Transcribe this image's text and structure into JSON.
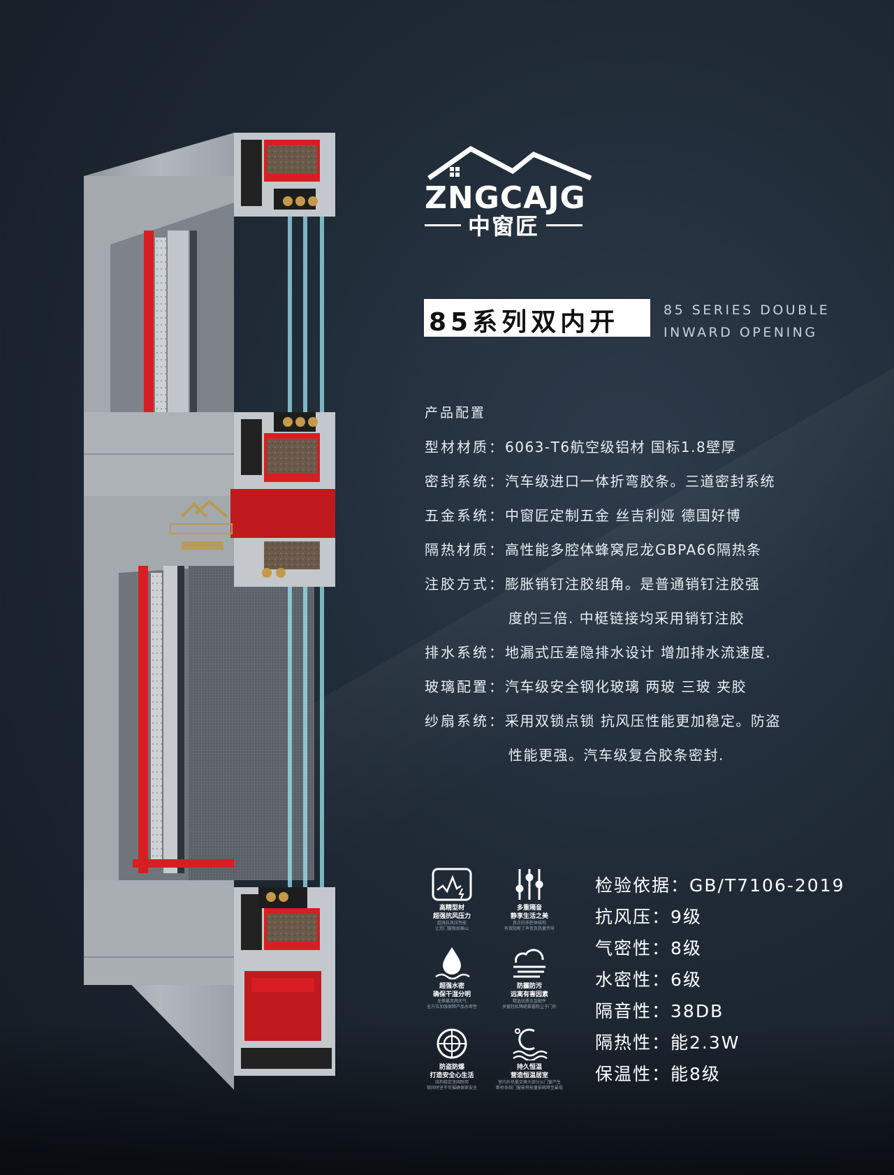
{
  "brand": {
    "latin": "ZNGCAJG",
    "chinese": "中窗匠"
  },
  "product": {
    "title_cn": "85系列双内开",
    "title_en_line1": "85 SERIES DOUBLE",
    "title_en_line2": "INWARD OPENING"
  },
  "config": {
    "heading": "产品配置",
    "items": [
      {
        "label": "型材材质：",
        "value": "6063-T6航空级铝材 国标1.8壁厚"
      },
      {
        "label": "密封系统：",
        "value": "汽车级进口一体折弯胶条。三道密封系统"
      },
      {
        "label": "五金系统：",
        "value": "中窗匠定制五金 丝吉利娅 德国好博"
      },
      {
        "label": "隔热材质：",
        "value": "高性能多腔体蜂窝尼龙GBPA66隔热条"
      },
      {
        "label": "注胶方式：",
        "value": "膨胀销钉注胶组角。是普通销钉注胶强",
        "cont": "度的三倍. 中梃链接均采用销钉注胶"
      },
      {
        "label": "排水系统：",
        "value": "地漏式压差隐排水设计 增加排水流速度."
      },
      {
        "label": "玻璃配置：",
        "value": "汽车级安全钢化玻璃 两玻 三玻 夹胶"
      },
      {
        "label": "纱扇系统：",
        "value": "采用双锁点锁 抗风压性能更加稳定。防盗",
        "cont": "性能更强。汽车级复合胶条密封."
      }
    ]
  },
  "features": [
    {
      "icon": "pressure-chart-icon",
      "title_1": "高精型材",
      "title_2": "超强抗风压力",
      "note_1": "超强抗风压性能",
      "note_2": "让您门窗稳如泰山"
    },
    {
      "icon": "sound-sliders-icon",
      "title_1": "多重隔音",
      "title_2": "静享生活之美",
      "note_1": "真正的多腔体结构",
      "note_2": "有效阻断了声音及热量传导"
    },
    {
      "icon": "water-drop-icon",
      "title_1": "超强水密",
      "title_2": "确保干湿分明",
      "note_1": "无惧暴风雨天气",
      "note_2": "全方位加强保障产品水密性"
    },
    {
      "icon": "haze-cloud-icon",
      "title_1": "防霾防污",
      "title_2": "远离有害因素",
      "note_1": "精选优质五金配件",
      "note_2": "关窗轻松隔绝雾霾粉尘于门外"
    },
    {
      "icon": "target-shield-icon",
      "title_1": "防盗防爆",
      "title_2": "打造安全心生活",
      "note_1": "结构稳定坚固耐用",
      "note_2": "锁闭时坚不可摧确保家安全"
    },
    {
      "icon": "thermometer-wave-icon",
      "title_1": "持久恒温",
      "title_2": "营造恒温居室",
      "note_1": "室内外热量交换大部分从门窗产生",
      "note_2": "断桥系统门窗能将能量损耗降至最低"
    }
  ],
  "specs": [
    {
      "label": "检验依据：",
      "value": "GB/T7106-2019"
    },
    {
      "label": "抗风压：",
      "value": "9级"
    },
    {
      "label": "气密性：",
      "value": "8级"
    },
    {
      "label": "水密性：",
      "value": "6级"
    },
    {
      "label": "隔音性：",
      "value": "38DB"
    },
    {
      "label": "隔热性：",
      "value": "能2.3W"
    },
    {
      "label": "保温性：",
      "value": "能8级"
    }
  ],
  "colors": {
    "background": "#1f2a36",
    "frame": "#a7acb1",
    "seal": "#d81e22",
    "glass": "#9fe3ee",
    "logo_gold": "#b99a4e"
  }
}
